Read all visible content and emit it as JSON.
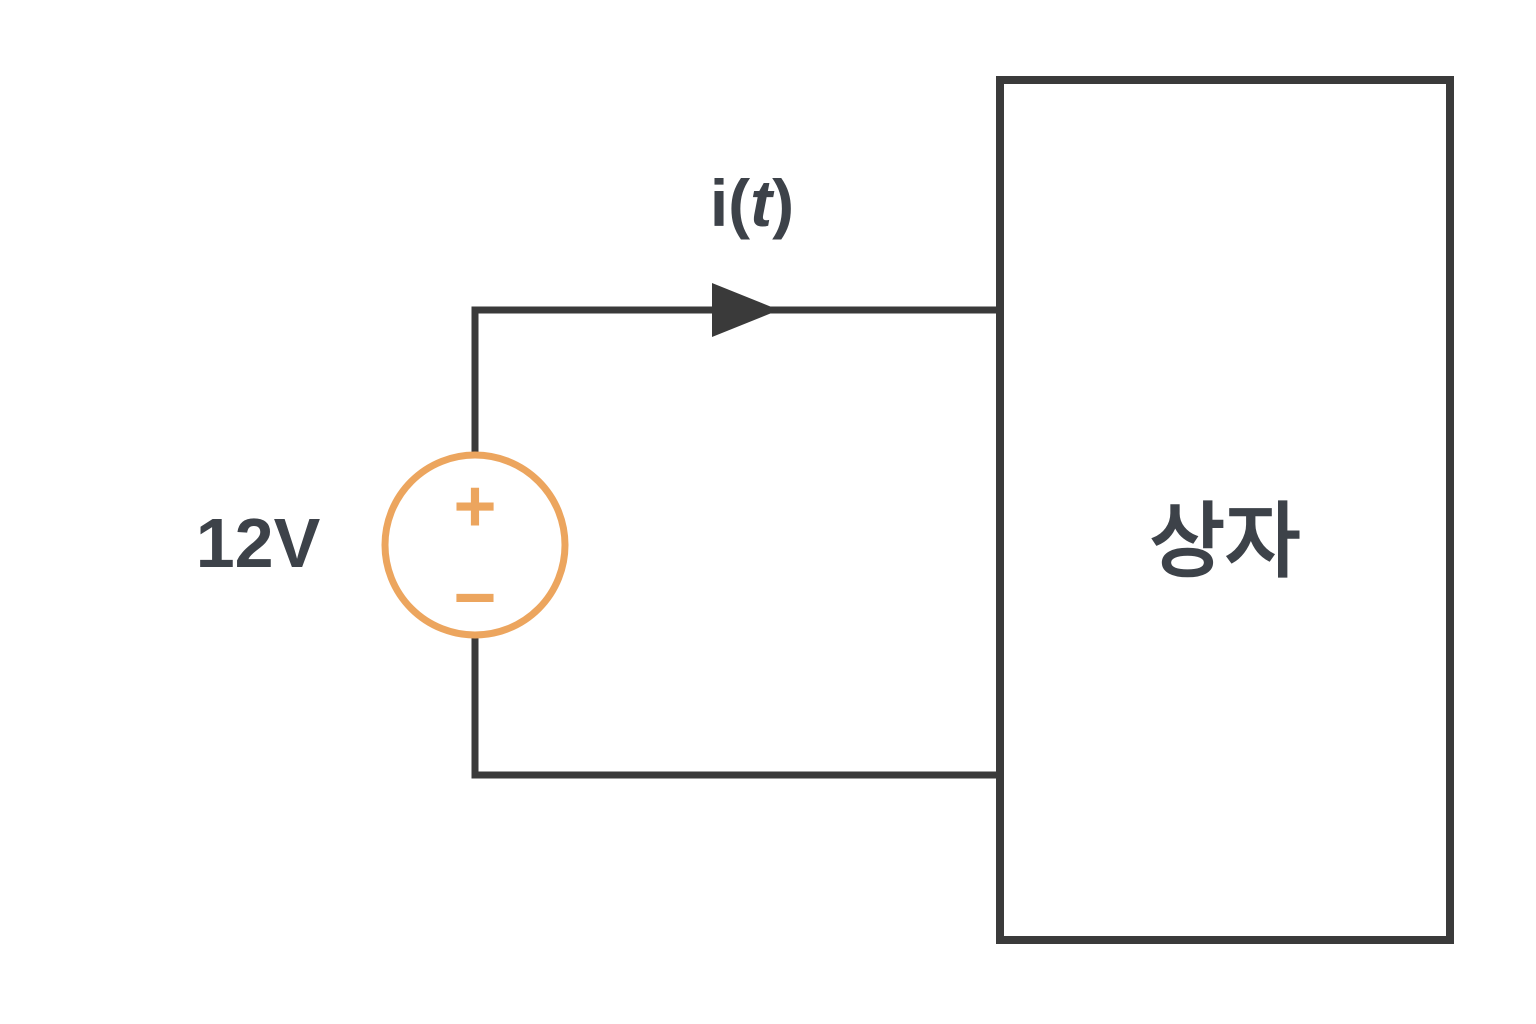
{
  "diagram": {
    "kind": "electrical-circuit",
    "labels": {
      "source_voltage": "12V",
      "current_prefix": "i(",
      "current_var": "t",
      "current_suffix": ")",
      "box": "상자",
      "plus": "+",
      "minus": "−"
    },
    "colors": {
      "wire": "#3a3a3a",
      "box_stroke": "#3a3a3a",
      "text": "#3d4249",
      "source_stroke": "#eca55e",
      "background": "#ffffff"
    }
  }
}
